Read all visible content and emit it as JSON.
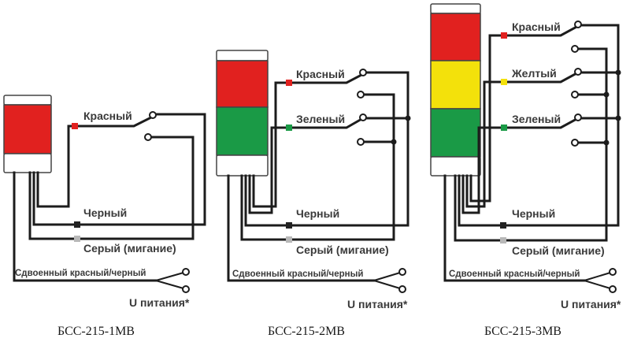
{
  "colors": {
    "red": "#e1211f",
    "green": "#1a9a46",
    "yellow": "#f3e10b",
    "black_marker": "#222222",
    "grey_marker": "#b8b8b8",
    "wire": "#1c1c1c"
  },
  "labels": {
    "red": "Красный",
    "yellow": "Желтый",
    "green": "Зеленый",
    "black": "Черный",
    "grey": "Серый (мигание)",
    "dual": "Сдвоенный красный/черный",
    "power": "U питания*"
  },
  "captions": {
    "m1": "БСС-215-1МВ",
    "m2": "БСС-215-2МВ",
    "m3": "БСС-215-3МВ"
  }
}
